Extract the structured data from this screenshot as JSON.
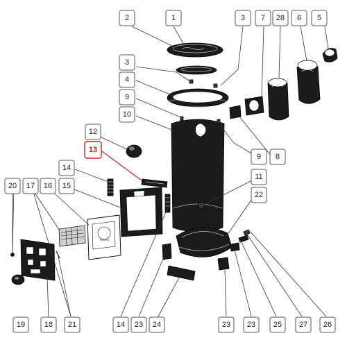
{
  "highlighted_label": "13",
  "callouts": [
    {
      "id": "c1",
      "label": "1"
    },
    {
      "id": "c2",
      "label": "2"
    },
    {
      "id": "c3a",
      "label": "3"
    },
    {
      "id": "c7",
      "label": "7"
    },
    {
      "id": "c28",
      "label": "28"
    },
    {
      "id": "c6",
      "label": "6"
    },
    {
      "id": "c5",
      "label": "5"
    },
    {
      "id": "c3b",
      "label": "3"
    },
    {
      "id": "c4",
      "label": "4"
    },
    {
      "id": "c9a",
      "label": "9"
    },
    {
      "id": "c10",
      "label": "10"
    },
    {
      "id": "c12",
      "label": "12"
    },
    {
      "id": "c13",
      "label": "13"
    },
    {
      "id": "c9b",
      "label": "9"
    },
    {
      "id": "c8",
      "label": "8"
    },
    {
      "id": "c14a",
      "label": "14"
    },
    {
      "id": "c11",
      "label": "11"
    },
    {
      "id": "c20",
      "label": "20"
    },
    {
      "id": "c17",
      "label": "17"
    },
    {
      "id": "c16",
      "label": "16"
    },
    {
      "id": "c15",
      "label": "15"
    },
    {
      "id": "c22",
      "label": "22"
    },
    {
      "id": "c19",
      "label": "19"
    },
    {
      "id": "c18",
      "label": "18"
    },
    {
      "id": "c21",
      "label": "21"
    },
    {
      "id": "c14b",
      "label": "14"
    },
    {
      "id": "c23a",
      "label": "23"
    },
    {
      "id": "c24",
      "label": "24"
    },
    {
      "id": "c23b",
      "label": "23"
    },
    {
      "id": "c23c",
      "label": "23"
    },
    {
      "id": "c25",
      "label": "25"
    },
    {
      "id": "c27",
      "label": "27"
    },
    {
      "id": "c26",
      "label": "26"
    }
  ]
}
